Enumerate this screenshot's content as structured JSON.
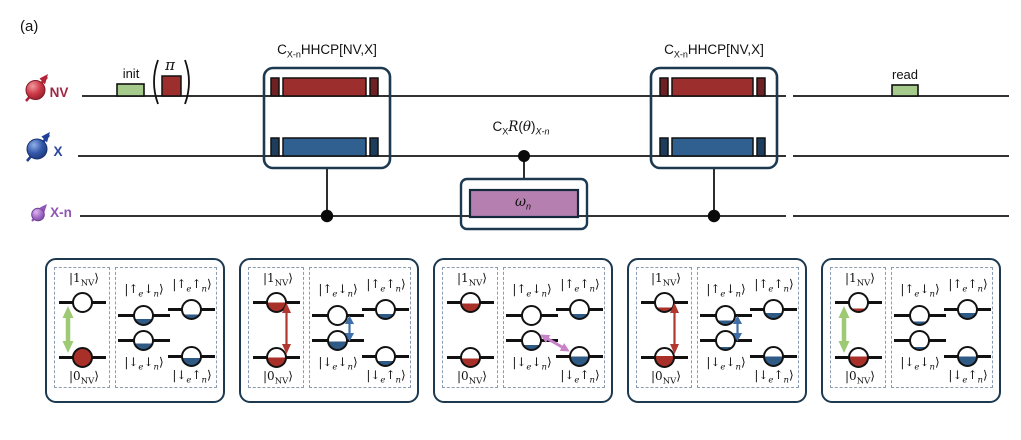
{
  "figure_label": "(a)",
  "colors": {
    "navy_border": "#1c3950",
    "dash_border": "#8b9bb0",
    "line_black": "#161616",
    "pulse_green": "#a6ca8c",
    "pulse_red": "#9c2e2d",
    "bar_red_dark": "#6e2122",
    "bar_blue": "#30608f",
    "bar_blue_dark": "#1e3c5c",
    "pulse_purple": "#b57fb0",
    "circle_red": "#a93028",
    "circle_blue": "#2f5a85",
    "arrow_green": "#9fca74",
    "arrow_red": "#b03830",
    "arrow_blue": "#3f6ea8",
    "arrow_purple": "#c883c8",
    "nv_label": "#9c2747",
    "x_label": "#27459c",
    "xn_label": "#9055b5"
  },
  "sequence": {
    "tracks": [
      {
        "label": "NV"
      },
      {
        "label": "X"
      },
      {
        "label": "X-n"
      }
    ],
    "init_label": "init",
    "pi_label": "π",
    "read_label": "read",
    "hhcp_label": {
      "c": "C",
      "sub": "X-n",
      "rest": "HHCP[NV,X]"
    },
    "cxr_label": {
      "c": "C",
      "c_sub": "X",
      "r": "R",
      "open": "(",
      "theta": "θ",
      "close": ")",
      "sub": "X-n"
    },
    "omega_label": {
      "main": "ω",
      "sub": "n"
    }
  },
  "levels": {
    "nv1": {
      "pre": "|1",
      "sub": "NV",
      "post": "⟩"
    },
    "nv0": {
      "pre": "|0",
      "sub": "NV",
      "post": "⟩"
    },
    "eu_nd": {
      "p1": "|↑",
      "s1": "e",
      "p2": "↓",
      "s2": "n",
      "post": "⟩"
    },
    "eu_nu": {
      "p1": "|↑",
      "s1": "e",
      "p2": "↑",
      "s2": "n",
      "post": "⟩"
    },
    "ed_nd": {
      "p1": "|↓",
      "s1": "e",
      "p2": "↓",
      "s2": "n",
      "post": "⟩"
    },
    "ed_nu": {
      "p1": "|↓",
      "s1": "e",
      "p2": "↑",
      "s2": "n",
      "post": "⟩"
    }
  },
  "panels": [
    {
      "fills": {
        "nv1": 0,
        "nv0": 1.0,
        "eu_nd": 0.28,
        "eu_nu": 0.22,
        "ed_nd": 0.33,
        "ed_nu": 0.4
      },
      "arrows": {
        "green": true,
        "red": false,
        "blue": false,
        "purple": false
      }
    },
    {
      "fills": {
        "nv1": 0.5,
        "nv0": 0.5,
        "eu_nd": 0,
        "eu_nu": 0.25,
        "ed_nd": 0.45,
        "ed_nu": 0.25
      },
      "arrows": {
        "green": false,
        "red": true,
        "blue": true,
        "purple": false
      }
    },
    {
      "fills": {
        "nv1": 0.45,
        "nv0": 0.45,
        "eu_nd": 0,
        "eu_nu": 0.25,
        "ed_nd": 0.25,
        "ed_nu": 0.5
      },
      "arrows": {
        "green": false,
        "red": false,
        "blue": false,
        "purple": true
      }
    },
    {
      "fills": {
        "nv1": 0.2,
        "nv0": 0.6,
        "eu_nd": 0.2,
        "eu_nu": 0.3,
        "ed_nd": 0.12,
        "ed_nu": 0.5
      },
      "arrows": {
        "green": false,
        "red": true,
        "blue": true,
        "purple": false
      }
    },
    {
      "fills": {
        "nv1": 0.15,
        "nv0": 0.55,
        "eu_nd": 0.15,
        "eu_nu": 0.3,
        "ed_nd": 0.12,
        "ed_nu": 0.5
      },
      "arrows": {
        "green": true,
        "red": false,
        "blue": false,
        "purple": false
      }
    }
  ]
}
